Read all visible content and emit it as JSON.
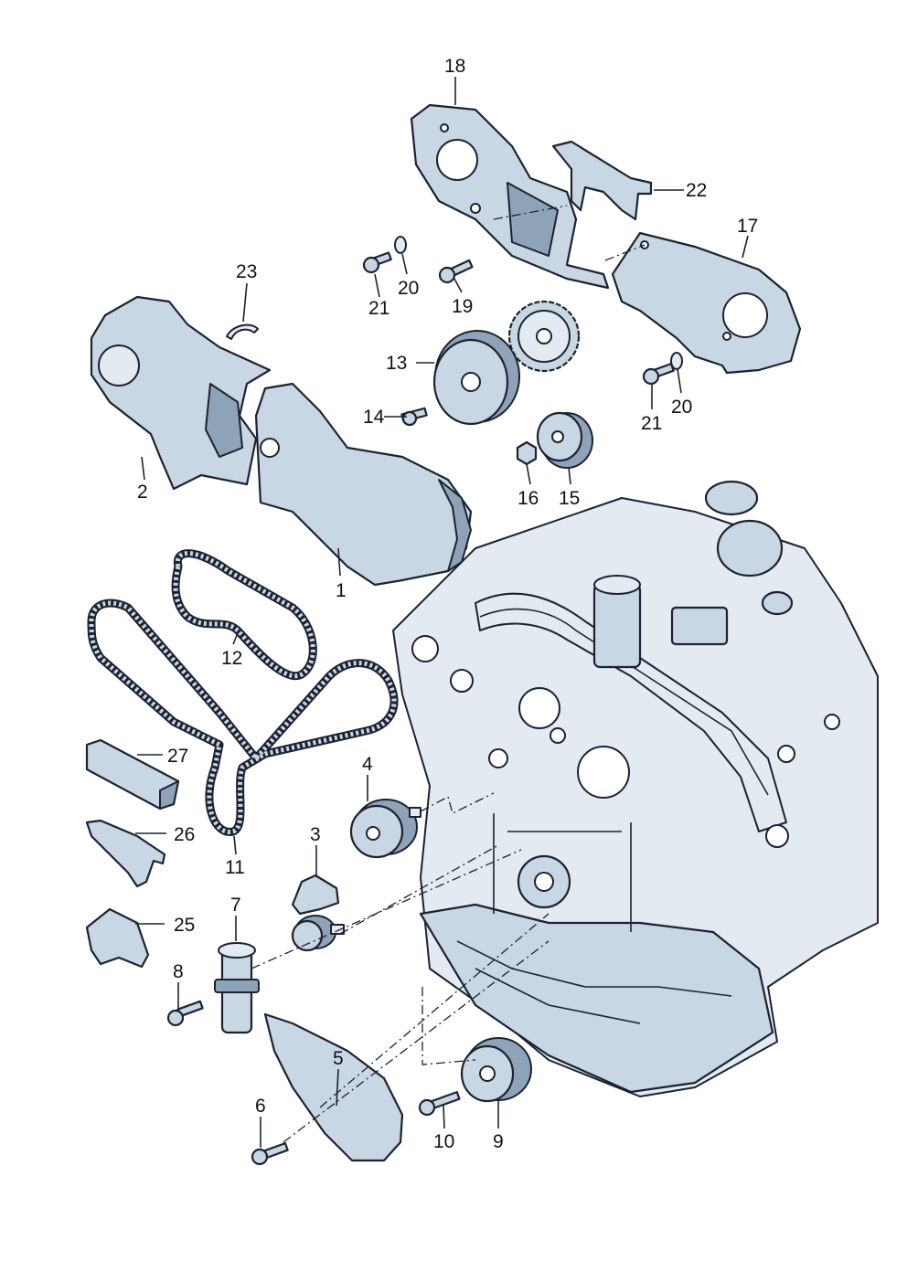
{
  "callouts": {
    "c1": "1",
    "c2": "2",
    "c3": "3",
    "c4": "4",
    "c5": "5",
    "c6": "6",
    "c7": "7",
    "c8": "8",
    "c9": "9",
    "c10": "10",
    "c11": "11",
    "c12": "12",
    "c13": "13",
    "c14": "14",
    "c15": "15",
    "c16": "16",
    "c17": "17",
    "c18": "18",
    "c19": "19",
    "c20a": "20",
    "c20b": "20",
    "c21a": "21",
    "c21b": "21",
    "c22": "22",
    "c23": "23",
    "c25": "25",
    "c26": "26",
    "c27": "27"
  },
  "colors": {
    "part_fill": "#c9d6e3",
    "part_light": "#e3eaf2",
    "part_dark": "#8fa3b8",
    "outline": "#1c2230",
    "background": "#ffffff"
  }
}
